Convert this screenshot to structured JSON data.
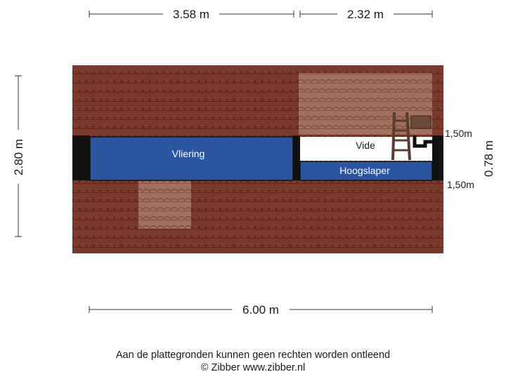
{
  "dimensions": {
    "top_left": "3.58 m",
    "top_right": "2.32 m",
    "left": "2.80 m",
    "bottom": "6.00 m",
    "right": "0.78 m"
  },
  "heights": {
    "upper": "1,50m",
    "lower": "1,50m"
  },
  "rooms": {
    "vliering": "Vliering",
    "vide": "Vide",
    "hoogslaper": "Hoogslaper"
  },
  "colors": {
    "roof_tile": "#7a3a2b",
    "roof_light": "#a2705f",
    "room_blue": "#2b55a0",
    "wall": "#111111"
  },
  "footer": {
    "disclaimer": "Aan de plattegronden kunnen geen rechten worden ontleend",
    "copyright": "© Zibber www.zibber.nl"
  }
}
